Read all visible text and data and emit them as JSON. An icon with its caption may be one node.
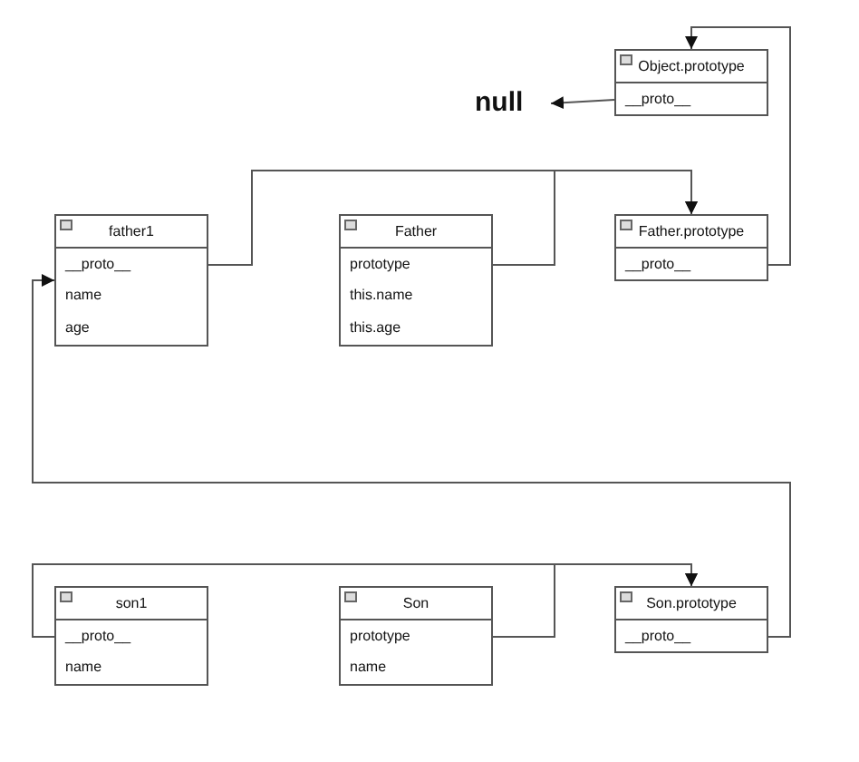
{
  "diagram": {
    "nodes": [
      {
        "text": [
          "Object.prototype",
          "__proto__"
        ]
      },
      {
        "text": [
          "null"
        ]
      },
      {
        "text": [
          "father1",
          "__proto__",
          "name",
          "age"
        ]
      },
      {
        "text": [
          "Father",
          "prototype",
          "this.name",
          "this.age"
        ]
      },
      {
        "text": [
          "Father.prototype",
          "__proto__"
        ]
      },
      {
        "text": [
          "son1",
          "__proto__",
          "name"
        ]
      },
      {
        "text": [
          "Son",
          "prototype",
          "name"
        ]
      },
      {
        "text": [
          "Son.prototype",
          "__proto__"
        ]
      }
    ],
    "edges": [
      {
        "from": 0,
        "to": 1,
        "arrow": "to"
      },
      {
        "from": 4,
        "to": 0,
        "arrow": "to"
      },
      {
        "from": 2,
        "to": 4,
        "arrow": "to"
      },
      {
        "from": 3,
        "to": 4,
        "arrow": "to"
      },
      {
        "from": 7,
        "to": 2,
        "arrow": "to"
      },
      {
        "from": 5,
        "to": 7,
        "arrow": "to"
      },
      {
        "from": 6,
        "to": 7,
        "arrow": "to"
      }
    ]
  }
}
